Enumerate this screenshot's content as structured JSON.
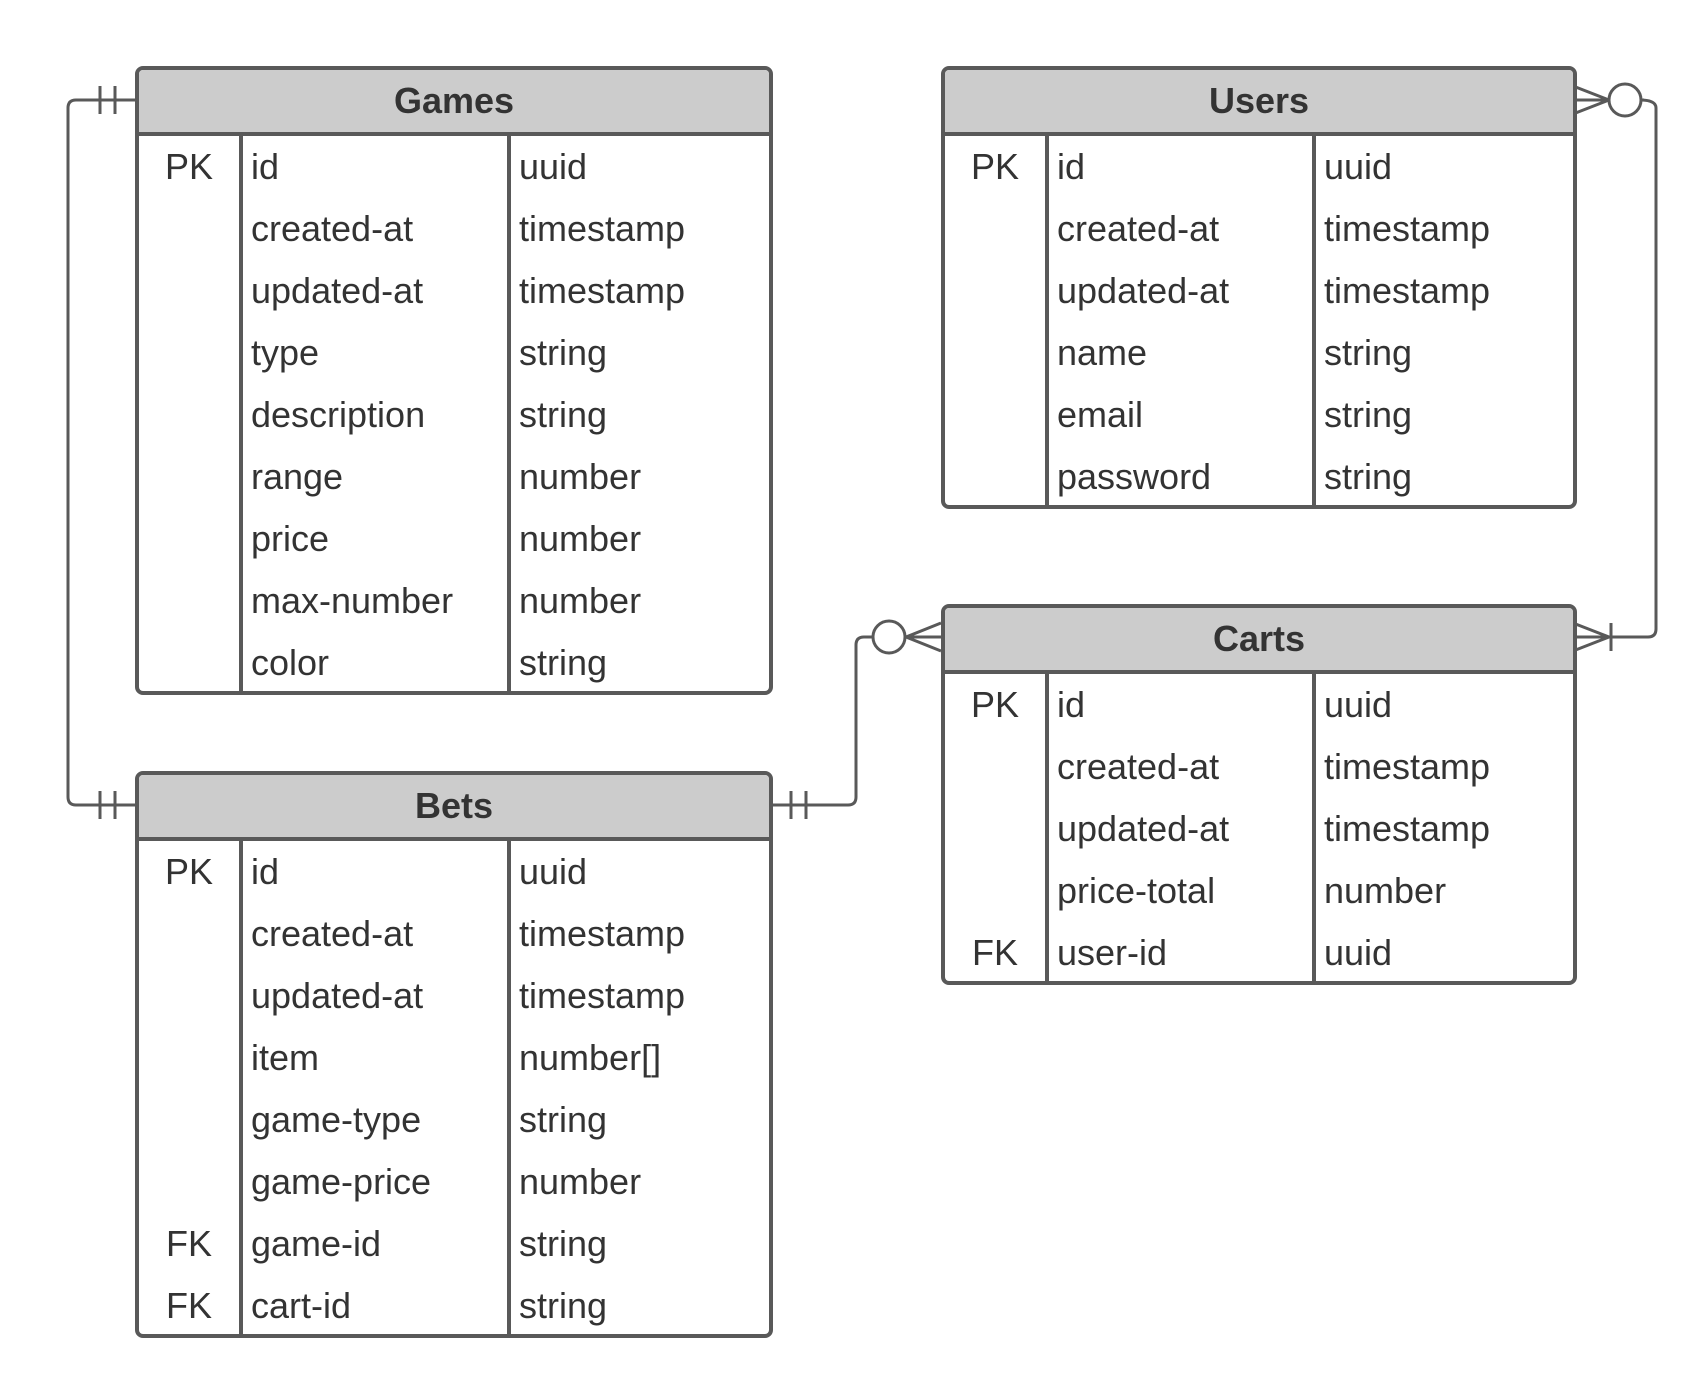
{
  "colors": {
    "line": "#595959",
    "header_bg": "#cccccc",
    "text": "#333333",
    "background": "#ffffff"
  },
  "entities": {
    "games": {
      "title": "Games",
      "rows": [
        {
          "key": "PK",
          "name": "id",
          "type": "uuid"
        },
        {
          "key": "",
          "name": "created-at",
          "type": "timestamp"
        },
        {
          "key": "",
          "name": "updated-at",
          "type": "timestamp"
        },
        {
          "key": "",
          "name": "type",
          "type": "string"
        },
        {
          "key": "",
          "name": "description",
          "type": "string"
        },
        {
          "key": "",
          "name": "range",
          "type": "number"
        },
        {
          "key": "",
          "name": "price",
          "type": "number"
        },
        {
          "key": "",
          "name": "max-number",
          "type": "number"
        },
        {
          "key": "",
          "name": "color",
          "type": "string"
        }
      ]
    },
    "users": {
      "title": "Users",
      "rows": [
        {
          "key": "PK",
          "name": "id",
          "type": "uuid"
        },
        {
          "key": "",
          "name": "created-at",
          "type": "timestamp"
        },
        {
          "key": "",
          "name": "updated-at",
          "type": "timestamp"
        },
        {
          "key": "",
          "name": "name",
          "type": "string"
        },
        {
          "key": "",
          "name": "email",
          "type": "string"
        },
        {
          "key": "",
          "name": "password",
          "type": "string"
        }
      ]
    },
    "carts": {
      "title": "Carts",
      "rows": [
        {
          "key": "PK",
          "name": "id",
          "type": "uuid"
        },
        {
          "key": "",
          "name": "created-at",
          "type": "timestamp"
        },
        {
          "key": "",
          "name": "updated-at",
          "type": "timestamp"
        },
        {
          "key": "",
          "name": "price-total",
          "type": "number"
        },
        {
          "key": "FK",
          "name": "user-id",
          "type": "uuid"
        }
      ]
    },
    "bets": {
      "title": "Bets",
      "rows": [
        {
          "key": "PK",
          "name": "id",
          "type": "uuid"
        },
        {
          "key": "",
          "name": "created-at",
          "type": "timestamp"
        },
        {
          "key": "",
          "name": "updated-at",
          "type": "timestamp"
        },
        {
          "key": "",
          "name": "item",
          "type": "number[]"
        },
        {
          "key": "",
          "name": "game-type",
          "type": "string"
        },
        {
          "key": "",
          "name": "game-price",
          "type": "number"
        },
        {
          "key": "FK",
          "name": "game-id",
          "type": "string"
        },
        {
          "key": "FK",
          "name": "cart-id",
          "type": "string"
        }
      ]
    }
  },
  "relationships": [
    {
      "from": "Games",
      "to": "Bets",
      "from_cardinality": "one-and-only-one",
      "to_cardinality": "one-and-only-one"
    },
    {
      "from": "Users",
      "to": "Carts",
      "from_cardinality": "zero-or-many",
      "to_cardinality": "one-or-many"
    },
    {
      "from": "Bets",
      "to": "Carts",
      "from_cardinality": "one-and-only-one",
      "to_cardinality": "zero-or-many"
    }
  ]
}
